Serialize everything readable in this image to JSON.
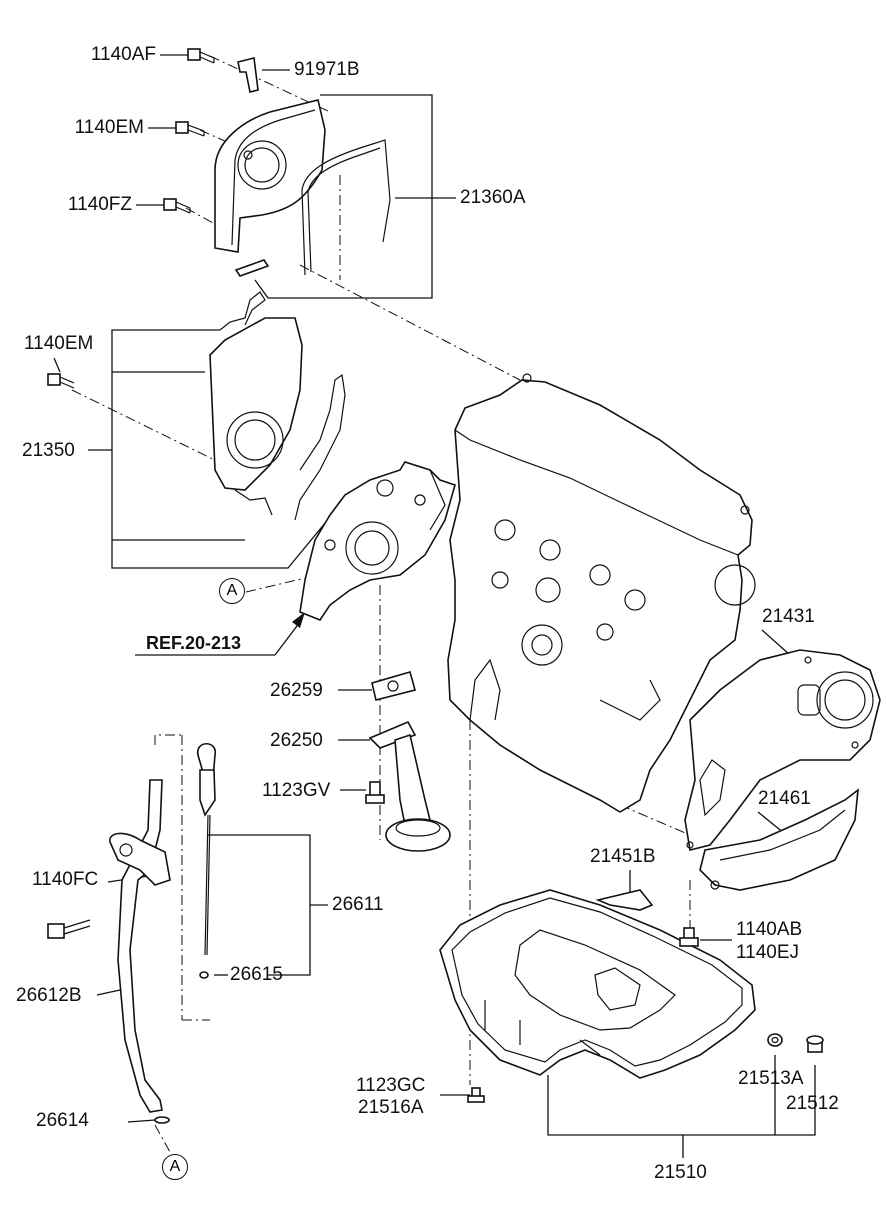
{
  "labels": {
    "p1140AF": "1140AF",
    "p91971B": "91971B",
    "p1140EM_top": "1140EM",
    "p1140FZ": "1140FZ",
    "p21360A": "21360A",
    "p1140EM_mid": "1140EM",
    "p21350": "21350",
    "ref": "REF.20-213",
    "p21431": "21431",
    "p26259": "26259",
    "p26250": "26250",
    "p1123GV": "1123GV",
    "p21461": "21461",
    "p21451B": "21451B",
    "p1140FC": "1140FC",
    "p26611": "26611",
    "p1140AB": "1140AB",
    "p1140EJ": "1140EJ",
    "p26615": "26615",
    "p26612B": "26612B",
    "p1123GC": "1123GC",
    "p21516A": "21516A",
    "p21513A": "21513A",
    "p21512": "21512",
    "p26614": "26614",
    "p21510": "21510",
    "circle_a_top": "A",
    "circle_a_bottom": "A"
  }
}
